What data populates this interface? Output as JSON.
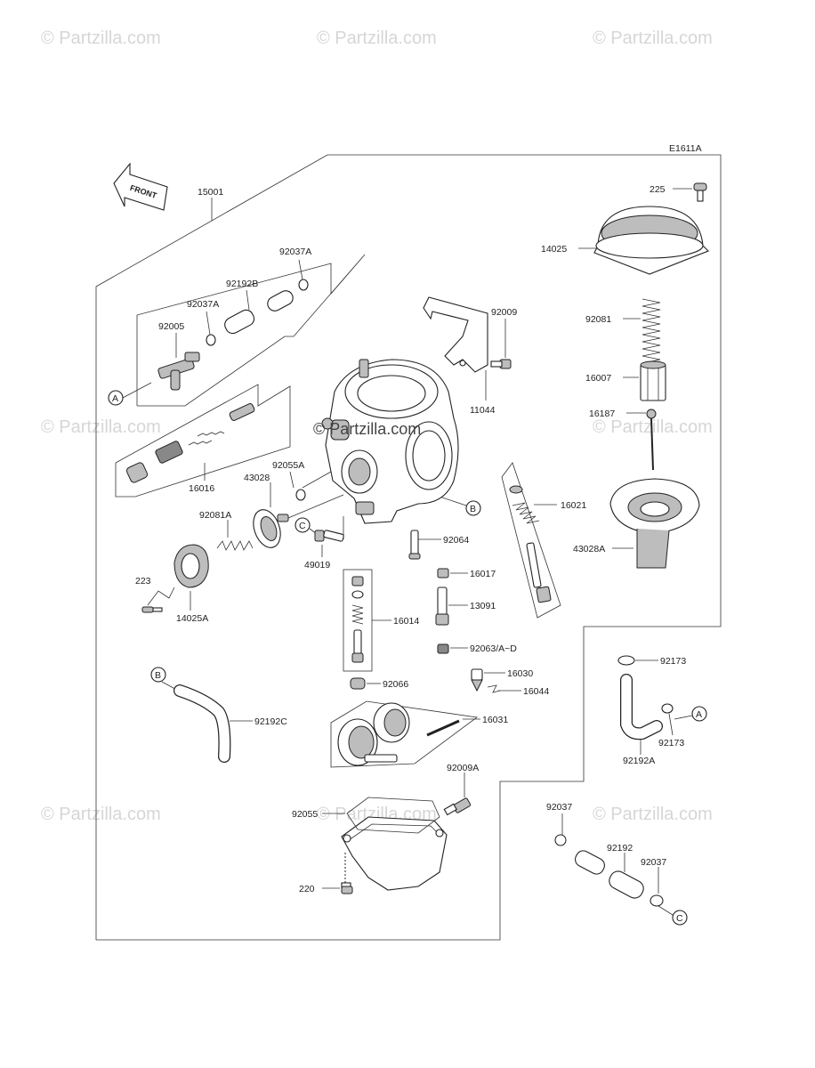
{
  "watermarks": [
    "© Partzilla.com"
  ],
  "center_watermark": "© Partzilla.com",
  "diagram_code": "E1611A",
  "front_label": "FRONT",
  "callouts": {
    "a": "A",
    "b": "B",
    "c": "C"
  },
  "parts": {
    "p15001": "15001",
    "p92037A_top": "92037A",
    "p92192B": "92192B",
    "p92037A": "92037A",
    "p92005": "92005",
    "p16016": "16016",
    "p92055A": "92055A",
    "p43028": "43028",
    "p92081A": "92081A",
    "p223": "223",
    "p14025A": "14025A",
    "p49019": "49019",
    "p92009": "92009",
    "p11044": "11044",
    "p225": "225",
    "p14025": "14025",
    "p92081": "92081",
    "p16007": "16007",
    "p16187": "16187",
    "p16021": "16021",
    "p43028A": "43028A",
    "p92064": "92064",
    "p16017": "16017",
    "p13091": "13091",
    "p16014": "16014",
    "p92063": "92063/A~D",
    "p92066": "92066",
    "p16030": "16030",
    "p16044": "16044",
    "p16031": "16031",
    "p92192C": "92192C",
    "p92173_top": "92173",
    "p92173": "92173",
    "p92192A": "92192A",
    "p92009A": "92009A",
    "p92055": "92055",
    "p220": "220",
    "p92037_left": "92037",
    "p92192": "92192",
    "p92037_right": "92037"
  }
}
